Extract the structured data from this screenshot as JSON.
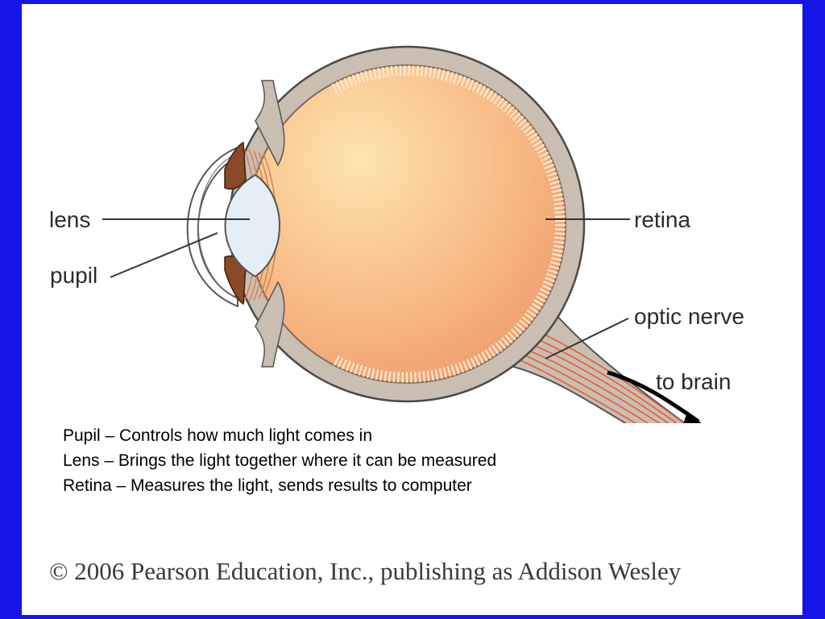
{
  "diagram": {
    "labels": {
      "lens": "lens",
      "pupil": "pupil",
      "retina": "retina",
      "optic_nerve": "optic nerve",
      "to_brain": "to brain"
    }
  },
  "notes": [
    "Pupil – Controls how much light comes in",
    "Lens – Brings the light together where it can be measured",
    "Retina – Measures the light, sends results to computer"
  ],
  "copyright": "© 2006 Pearson Education, Inc., publishing as Addison Wesley",
  "colors": {
    "frame": "#1414e6",
    "slide_background": "#ffffff",
    "sclera": "#c9beb1",
    "vitreous": "#f2a878",
    "iris": "#8a4a2a",
    "lens": "#e3eef6",
    "nerve_fibers": "#e85a3c"
  }
}
